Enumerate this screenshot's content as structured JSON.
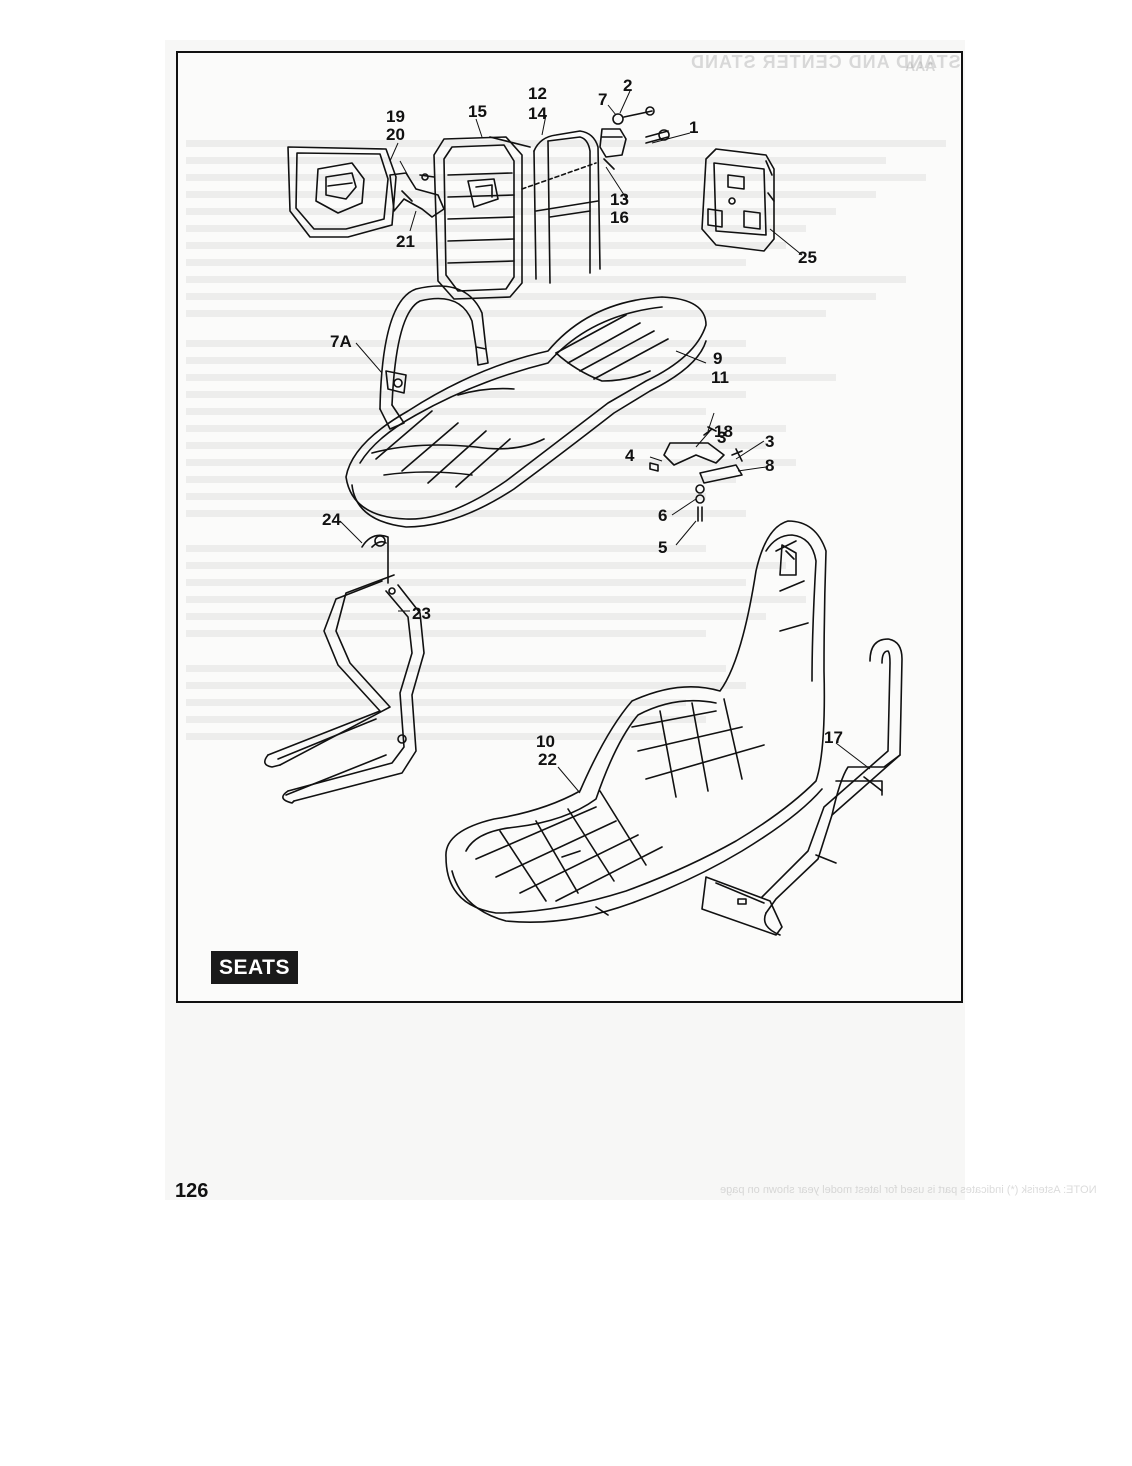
{
  "section_label": "SEATS",
  "page_number": "126",
  "callouts": {
    "c1": "1",
    "c2": "2",
    "c3a": "3",
    "c3b": "3",
    "c4": "4",
    "c5": "5",
    "c6": "6",
    "c7": "7",
    "c7a": "7A",
    "c8": "8",
    "c9": "9",
    "c10": "10",
    "c11": "11",
    "c12": "12",
    "c13": "13",
    "c14": "14",
    "c15": "15",
    "c16": "16",
    "c17": "17",
    "c18": "18",
    "c19": "19",
    "c20": "20",
    "c21": "21",
    "c22": "22",
    "c23": "23",
    "c24": "24",
    "c25": "25"
  },
  "bleed_through": {
    "title": "STAND AND CENTER STAND",
    "code": "AAA",
    "note": "NOTE: Asterisk (*) indicates part is used for latest model year shown on page"
  },
  "colors": {
    "ink": "#111111",
    "frame": "#111111",
    "label_bg": "#1a1a1a",
    "label_text": "#ffffff"
  }
}
